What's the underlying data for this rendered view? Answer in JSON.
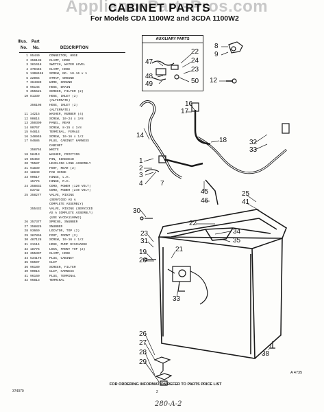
{
  "watermark": "AppliancePartsPros.com",
  "header": {
    "title": "CABINET PARTS",
    "subtitle": "For Models CDA 1100W2 and 3CDA 1100W2"
  },
  "table": {
    "col_illus": "Illus.",
    "col_no": "No.",
    "col_part": "Part",
    "col_partno": "No.",
    "col_desc": "DESCRIPTION",
    "rows": [
      {
        "n": "1",
        "p": "95440",
        "d": "CONNECTOR, HOSE"
      },
      {
        "n": "2",
        "p": "356138",
        "d": "CLAMP, HOSE"
      },
      {
        "n": "3",
        "p": "361618",
        "d": "SWITCH, WATER LEVEL"
      },
      {
        "n": "4",
        "p": "370445",
        "d": "CLAMP, HOSE"
      },
      {
        "n": "5",
        "p": "1308448",
        "d": "SCREW, NO. 10-16 x 1"
      },
      {
        "n": "6",
        "p": "22965",
        "d": "STRAP, GROUND"
      },
      {
        "n": "7",
        "p": "364389",
        "d": "WIRE, GROUND"
      },
      {
        "n": "8",
        "p": "96145",
        "d": "HOSE, DRAIN"
      },
      {
        "n": "9",
        "p": "355521",
        "d": "SCREEN, FILTER (2)"
      },
      {
        "n": "10",
        "p": "81339",
        "d": "HOSE, INLET (2)"
      },
      {
        "n": "",
        "p": "",
        "d": "(ALTERNATE)"
      },
      {
        "n": "",
        "p": "356108",
        "d": "HOSE, INLET (2)"
      },
      {
        "n": "",
        "p": "",
        "d": "(ALTERNATE)"
      },
      {
        "n": "11",
        "p": "14215",
        "d": "WASHER, RUBBER (4)"
      },
      {
        "n": "12",
        "p": "90814",
        "d": "SCREW, 10-24 x 3/8"
      },
      {
        "n": "13",
        "p": "350390",
        "d": "PANEL, REAR"
      },
      {
        "n": "14",
        "p": "90767",
        "d": "SCREW, 8-15 x 3/8"
      },
      {
        "n": "15",
        "p": "94814",
        "d": "TERMINAL, FEMALE"
      },
      {
        "n": "16",
        "p": "348946",
        "d": "SCREW, 10-16 x 1/2"
      },
      {
        "n": "17",
        "p": "94686",
        "d": "PLUG, CABINET HARNESS"
      },
      {
        "n": "",
        "p": "",
        "d": "CABINET"
      },
      {
        "n": "",
        "p": "358764",
        "d": "WHITE"
      },
      {
        "n": "18",
        "p": "58413",
        "d": "WASHER, FRICTION"
      },
      {
        "n": "19",
        "p": "85459",
        "d": "PIN, KINGHEAD"
      },
      {
        "n": "20",
        "p": "75587",
        "d": "LEVELING LINK ASSEMBLY"
      },
      {
        "n": "21",
        "p": "91839",
        "d": "FOOT, REAR (2)"
      },
      {
        "n": "22",
        "p": "18849",
        "d": "PAD HINGE"
      },
      {
        "n": "23",
        "p": "90617",
        "d": "HINGE, L.H."
      },
      {
        "n": "",
        "p": "15775",
        "d": "HINGE, R.H."
      },
      {
        "n": "24",
        "p": "358832",
        "d": "CORD, POWER (120 VOLT)"
      },
      {
        "n": "",
        "p": "83742",
        "d": "CORD, POWER (240 VOLT)"
      },
      {
        "n": "25",
        "p": "358277",
        "d": "VALVE, MIXING"
      },
      {
        "n": "",
        "p": "",
        "d": "(SERVICED AS A"
      },
      {
        "n": "",
        "p": "",
        "d": "COMPLETE ASSEMBLY)"
      },
      {
        "n": "",
        "p": "355432",
        "d": "VALVE, MIXING (SERVICED"
      },
      {
        "n": "",
        "p": "",
        "d": "AS A COMPLETE ASSEMBLY)"
      },
      {
        "n": "",
        "p": "",
        "d": "(USE W/CDA1100W2)"
      },
      {
        "n": "26",
        "p": "357377",
        "d": "SPRING, SNUBBER"
      },
      {
        "n": "27",
        "p": "358826",
        "d": "SNUBBER"
      },
      {
        "n": "28",
        "p": "93669",
        "d": "LOCATOR, TOP (2)"
      },
      {
        "n": "29",
        "p": "387856",
        "d": "FOOT, FRONT (2)"
      },
      {
        "n": "30",
        "p": "487128",
        "d": "SCREW, 10-16 x 1/2"
      },
      {
        "n": "31",
        "p": "21114",
        "d": "HOSE, PUMP DISCHARGE"
      },
      {
        "n": "32",
        "p": "18776",
        "d": "LOCK, FRONT TOP (2)"
      },
      {
        "n": "33",
        "p": "355397",
        "d": "CLAMP, HOSE"
      },
      {
        "n": "34",
        "p": "534176",
        "d": "PLUG, CABINET"
      },
      {
        "n": "35",
        "p": "96597",
        "d": "CLIP"
      },
      {
        "n": "36",
        "p": "96180",
        "d": "SCREEN, FILTER"
      },
      {
        "n": "40",
        "p": "90016",
        "d": "CLIP, HARNESS"
      },
      {
        "n": "41",
        "p": "96160",
        "d": "PLUG, TERMINAL"
      },
      {
        "n": "42",
        "p": "96813",
        "d": "TERMINAL"
      }
    ]
  },
  "aux": {
    "title": "AUXILIARY PARTS",
    "labels": [
      "22",
      "24",
      "23",
      "47",
      "48",
      "49",
      "50"
    ]
  },
  "callouts": {
    "c8": "8",
    "c9": "9",
    "c12": "12",
    "c14": "14",
    "c1": "1",
    "c2": "2",
    "c3": "3",
    "c4": "4",
    "c7": "7",
    "c16": "16",
    "c17": "17",
    "c18": "18",
    "c32": "32",
    "c33a": "33",
    "c45": "45",
    "c46": "46",
    "c25": "25",
    "c41": "41",
    "c30": "30",
    "c22": "22",
    "c34": "34",
    "c35": "35",
    "c23": "23",
    "c31": "31",
    "c19": "19",
    "c20": "20",
    "c21": "21",
    "c33b": "33",
    "c26": "26",
    "c27": "27",
    "c28": "28",
    "c29": "29",
    "c38": "38"
  },
  "footer": "FOR ORDERING INFORMATION REFER TO PARTS PRICE LIST",
  "figure_code": "A 4735",
  "doc_code": "374070",
  "page_number": "2",
  "handwritten_note": "280-A-2"
}
